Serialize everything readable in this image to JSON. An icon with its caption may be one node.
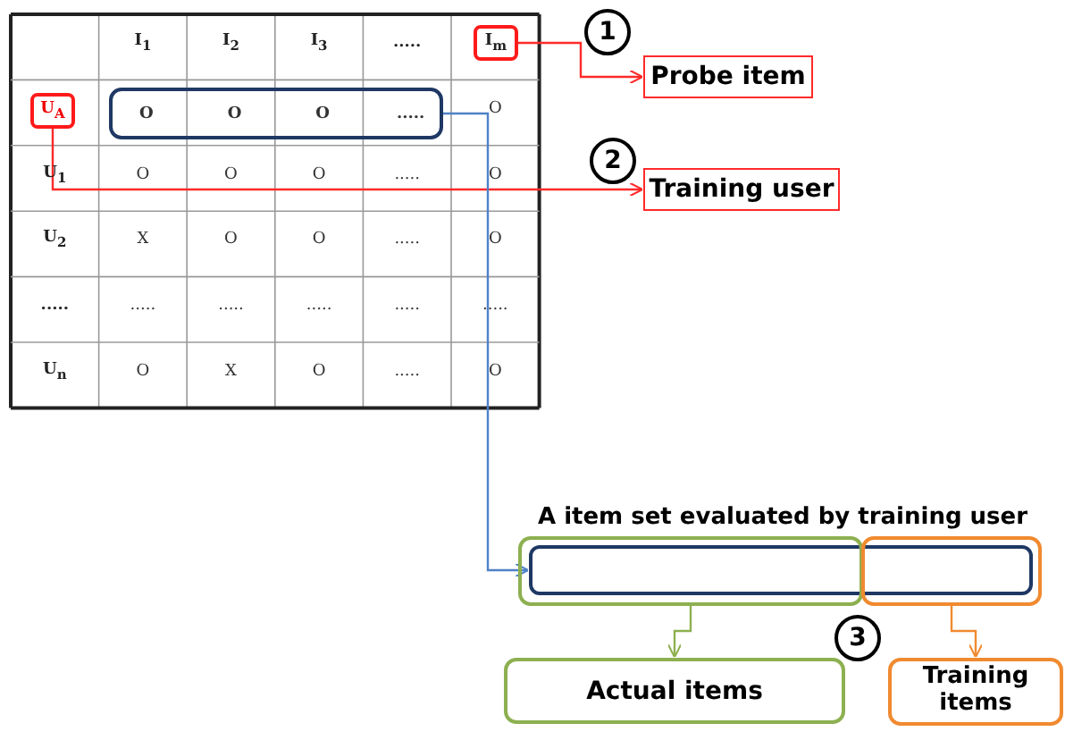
{
  "diagram": {
    "nodes": [
      {
        "text": [
          "I$_{m}$"
        ]
      },
      {
        "text": [
          "U$_{A}$"
        ]
      },
      {
        "text": [
          "O",
          "O",
          "O",
          "....."
        ]
      },
      {
        "text": [
          "Probe item"
        ]
      },
      {
        "text": [
          "Training user"
        ]
      },
      {
        "text": [
          "A item set evaluated by training user"
        ]
      },
      {
        "text": [],
        "shape": "box"
      },
      {
        "text": [],
        "shape": "box"
      },
      {
        "text": [
          "Actual items"
        ]
      },
      {
        "text": [
          "Training items"
        ]
      }
    ],
    "edges": [
      {
        "from": 0,
        "to": 3,
        "arrow": "to",
        "color": "#ff2a2a"
      },
      {
        "from": 1,
        "to": 4,
        "arrow": "to",
        "color": "#ff2a2a"
      },
      {
        "from": 2,
        "to": 5,
        "arrow": "to",
        "color": "#4f81c7"
      },
      {
        "from": 6,
        "to": 8,
        "arrow": "to",
        "color": "#8db050"
      },
      {
        "from": 7,
        "to": 9,
        "arrow": "to",
        "color": "#f08a30"
      }
    ],
    "labels": [
      "I$_{1}$",
      "I$_{2}$",
      "I$_{3}$",
      ".....",
      "O",
      "U$_{1}$",
      "O",
      "O",
      "O",
      ".....",
      "O",
      "U$_{2}$",
      "X",
      "O",
      "O",
      ".....",
      "O",
      ".....",
      ".....",
      ".....",
      ".....",
      ".....",
      ".....",
      "U$_{n}$",
      "O",
      "X",
      "O",
      ".....",
      "O",
      "1",
      "2",
      "3"
    ]
  }
}
